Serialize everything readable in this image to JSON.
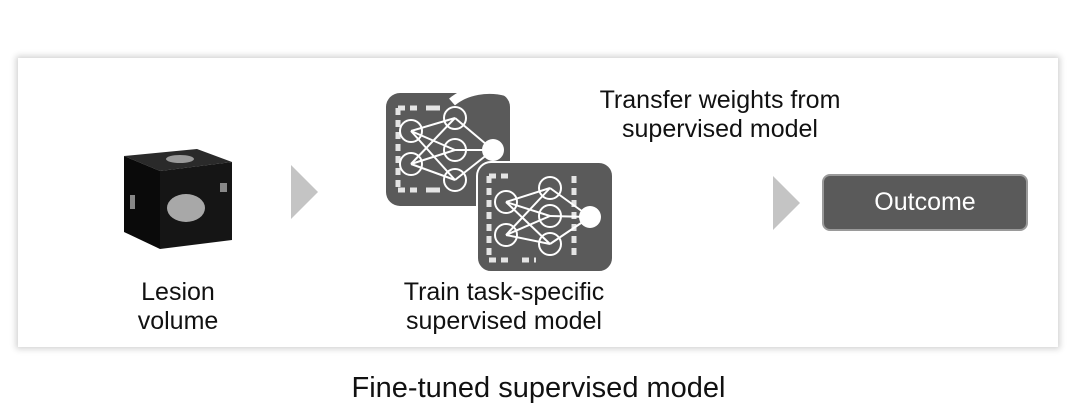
{
  "diagram": {
    "lesion_label": "Lesion\nvolume",
    "train_label": "Train task-specific\nsupervised model",
    "transfer_label": "Transfer weights from\nsupervised model",
    "outcome_label": "Outcome",
    "caption": "Fine-tuned supervised model"
  }
}
